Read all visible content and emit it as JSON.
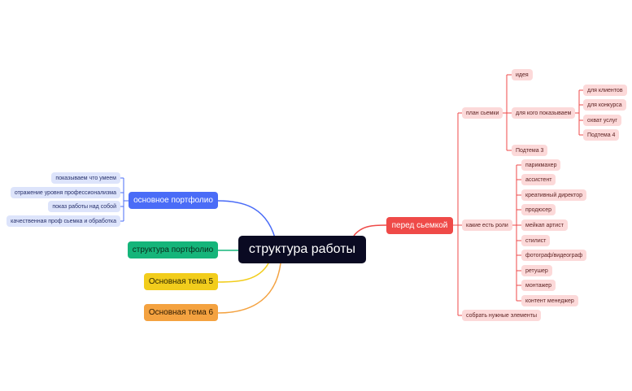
{
  "mindmap": {
    "root": "структура работы",
    "colors": {
      "root_bg": "#0a0a22",
      "blue": "#4a6cf7",
      "green": "#15b57a",
      "yellow": "#f2cd1c",
      "orange": "#f4a240",
      "red": "#ef4a48",
      "blue_leaf": "#dde4fb",
      "red_leaf": "#fcd9d9"
    },
    "left": {
      "portfolio": {
        "label": "основное портфолио",
        "items": [
          "показываем что умеем",
          "отражение уровня профессионализма",
          "показ работы над собой",
          "качественная проф сьемка и обработка"
        ]
      },
      "structure": "структура портфолио",
      "theme5": "Основная тема 5",
      "theme6": "Основная тема 6"
    },
    "right": {
      "label": "перед сьемкой",
      "plan": {
        "label": "план сьемки",
        "idea": "идея",
        "for_whom": {
          "label": "для кого показываем",
          "items": [
            "для клиентов",
            "для конкурса",
            "охват услуг",
            "Подтема 4"
          ]
        },
        "sub3": "Подтема 3"
      },
      "roles": {
        "label": "какие есть роли",
        "items": [
          "парикмахер",
          "ассистент",
          "креативный директор",
          "продюсер",
          "мейкап артист",
          "стилист",
          "фотограф/видеограф",
          "ретушер",
          "монтажер",
          "контент менеджер"
        ]
      },
      "collect": "собрать нужные элементы"
    }
  }
}
